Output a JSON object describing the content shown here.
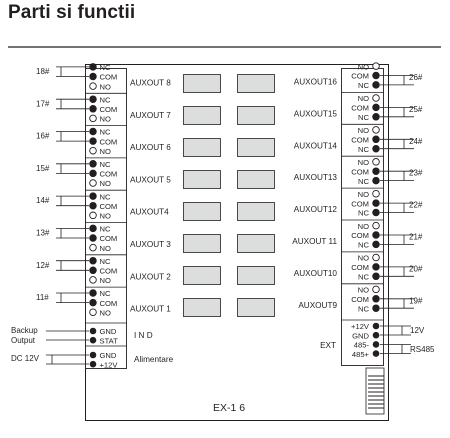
{
  "title": "Parti si functii",
  "board_label": "EX-1 6",
  "left_groups": [
    {
      "number": "18#",
      "aux": "AUXOUT 8"
    },
    {
      "number": "17#",
      "aux": "AUXOUT 7"
    },
    {
      "number": "16#",
      "aux": "AUXOUT 6"
    },
    {
      "number": "15#",
      "aux": "AUXOUT 5"
    },
    {
      "number": "14#",
      "aux": "AUXOUT4"
    },
    {
      "number": "13#",
      "aux": "AUXOUT 3"
    },
    {
      "number": "12#",
      "aux": "AUXOUT 2"
    },
    {
      "number": "11#",
      "aux": "AUXOUT 1"
    }
  ],
  "left_terminals": [
    "NC",
    "COM",
    "NO"
  ],
  "right_groups": [
    {
      "number": "26#",
      "aux": "AUXOUT16"
    },
    {
      "number": "25#",
      "aux": "AUXOUT15"
    },
    {
      "number": "24#",
      "aux": "AUXOUT14"
    },
    {
      "number": "23#",
      "aux": "AUXOUT13"
    },
    {
      "number": "22#",
      "aux": "AUXOUT12"
    },
    {
      "number": "21#",
      "aux": "AUXOUT 11"
    },
    {
      "number": "20#",
      "aux": "AUXOUT10"
    },
    {
      "number": "19#",
      "aux": "AUXOUT9"
    }
  ],
  "right_terminals": [
    "NO",
    "COM",
    "NC"
  ],
  "ind": {
    "external_label_1": "Backup",
    "external_label_2": "Output",
    "terminals": [
      "GND",
      "STAT"
    ],
    "inner_label": "I N  D"
  },
  "power": {
    "external_label": "DC  12V",
    "terminals": [
      "GND",
      "+12V"
    ],
    "inner_label": "Alimentare"
  },
  "ext": {
    "terminals": [
      "+12V",
      "GND",
      "485-",
      "485+"
    ],
    "inner_label": "EXT",
    "label_12v": "12V",
    "label_rs485": "RS485"
  }
}
